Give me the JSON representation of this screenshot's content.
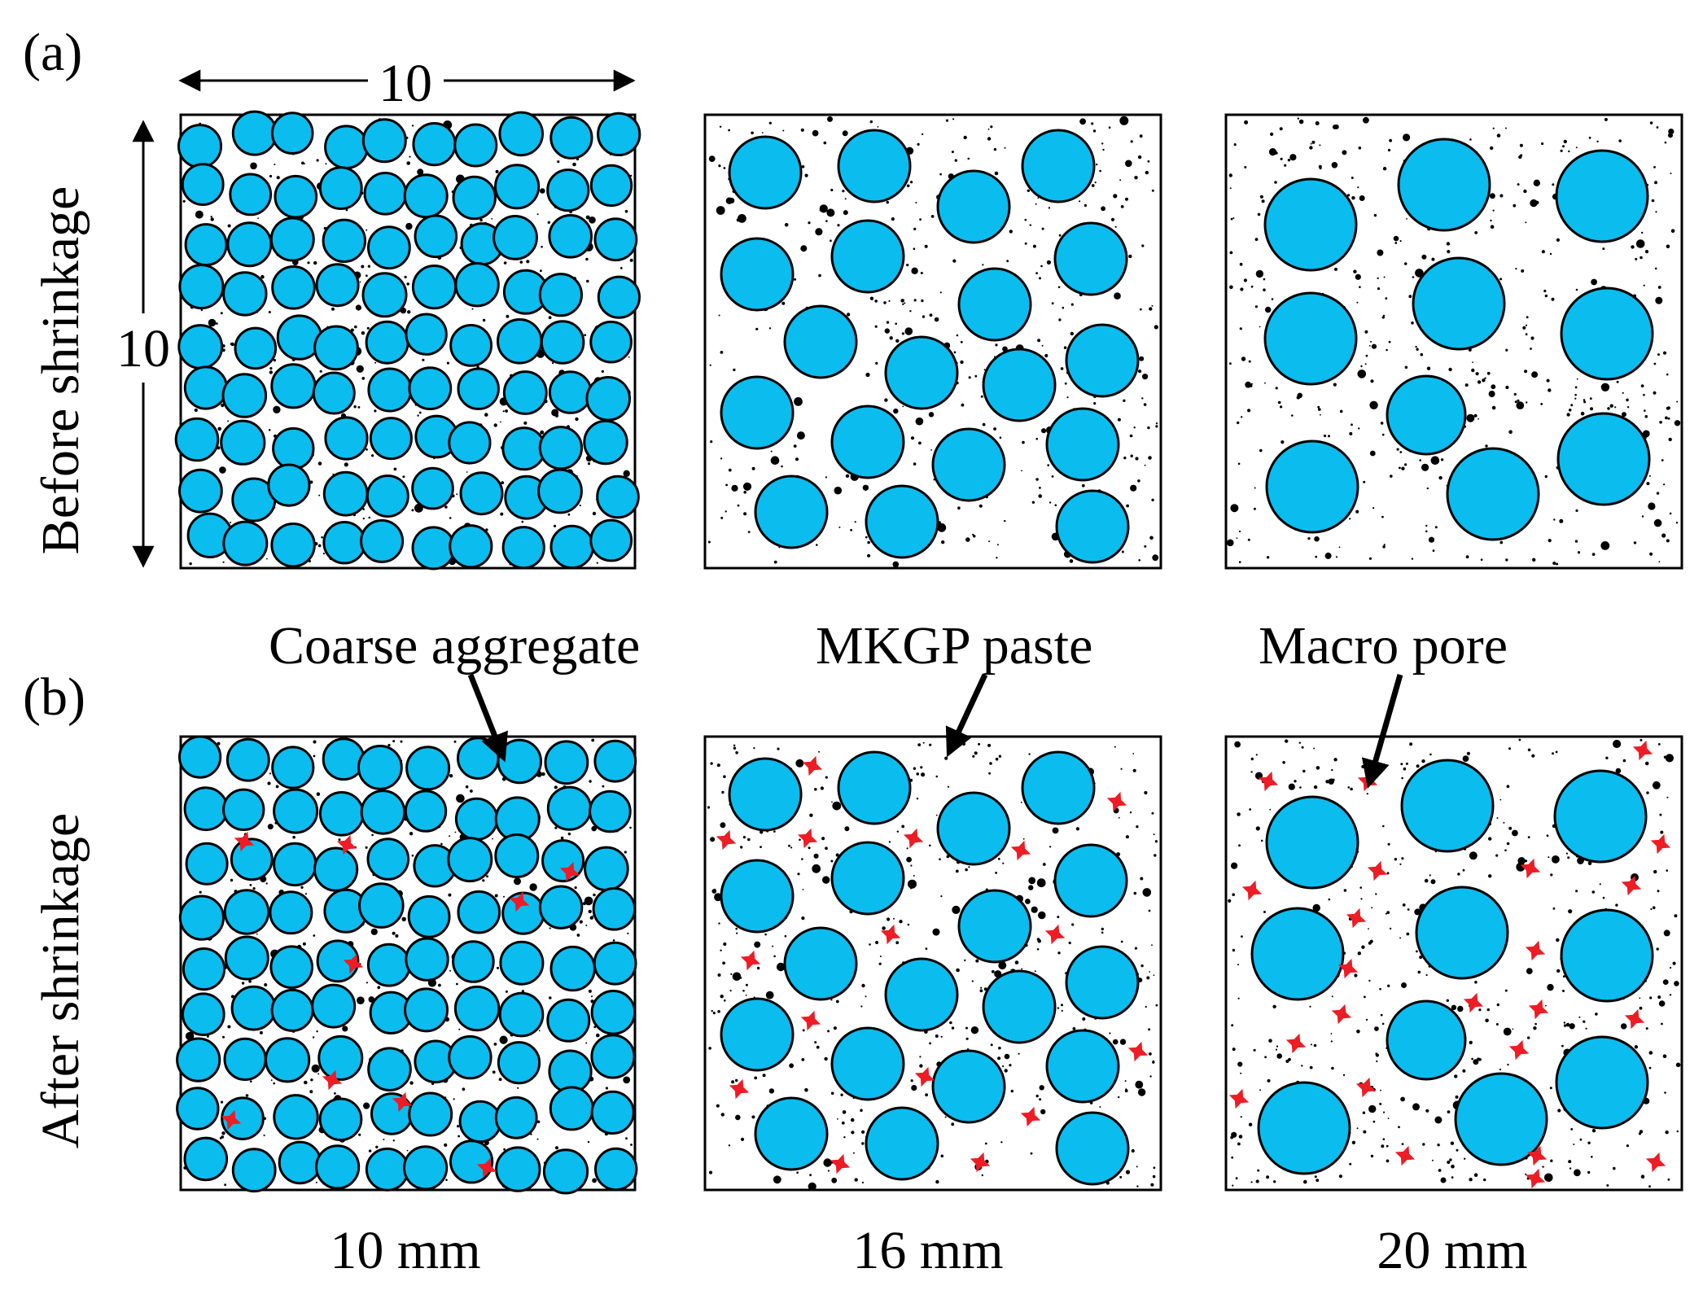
{
  "panel_labels": {
    "a": "(a)",
    "b": "(b)"
  },
  "row_titles": {
    "before": "Before shrinkage",
    "after": "After shrinkage"
  },
  "dimension_labels": {
    "width": "10",
    "height": "10"
  },
  "annotations": {
    "coarse_aggregate": "Coarse aggregate",
    "mkgp_paste": "MKGP paste",
    "macro_pore": "Macro pore"
  },
  "column_labels": [
    "10 mm",
    "16 mm",
    "20 mm"
  ],
  "colors": {
    "aggregate": "#0bbcef",
    "pore": "#ee1c24",
    "outline": "#000000",
    "paste_dots": "#000000"
  },
  "icons": {
    "pore": "star-icon",
    "aggregate": "circle-icon"
  }
}
